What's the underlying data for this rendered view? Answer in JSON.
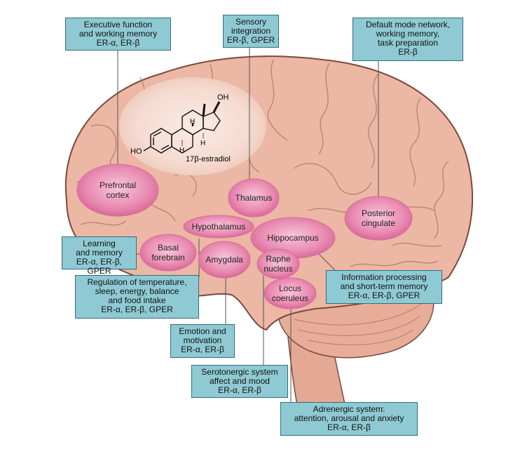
{
  "molecule": {
    "name": "17β-estradiol",
    "oh_top": "OH",
    "ho_left": "HO",
    "h_atoms": [
      "H",
      "H",
      "H"
    ]
  },
  "regions": {
    "prefrontal_cortex": [
      "Prefrontal",
      "cortex"
    ],
    "thalamus": [
      "Thalamus"
    ],
    "posterior_cingulate": [
      "Posterior",
      "cingulate"
    ],
    "hypothalamus": [
      "Hypothalamus"
    ],
    "hippocampus": [
      "Hippocampus"
    ],
    "basal_forebrain": [
      "Basal",
      "forebrain"
    ],
    "amygdala": [
      "Amygdala"
    ],
    "raphe_nucleus": [
      "Raphe",
      "nucleus"
    ],
    "locus_coeruleus": [
      "Locus",
      "coeruleus"
    ]
  },
  "boxes": {
    "executive": [
      "Executive function",
      "and working memory",
      "ER-α, ER-β"
    ],
    "sensory": [
      "Sensory",
      "integration",
      "ER-β, GPER"
    ],
    "default_mode": [
      "Default mode network,",
      "working memory,",
      "task preparation",
      "ER-β"
    ],
    "learning": [
      "Learning",
      "and memory",
      "ER-α, ER-β, GPER"
    ],
    "regulation": [
      "Regulation of temperature,",
      "sleep, energy, balance",
      "and food intake",
      "ER-α, ER-β, GPER"
    ],
    "emotion": [
      "Emotion and",
      "motivation",
      "ER-α, ER-β"
    ],
    "serotonergic": [
      "Serotonergic system",
      "affect and mood",
      "ER-α, ER-β"
    ],
    "information": [
      "Information processing",
      "and short-term memory",
      "ER-α, ER-β, GPER"
    ],
    "adrenergic": [
      "Adrenergic system:",
      "attention, arousal and anxiety",
      "ER-α, ER-β"
    ]
  },
  "colors": {
    "brain_fill": "#ecb7a4",
    "brain_stroke": "#7a4a3c",
    "region_fill": "#e98bb2",
    "box_fill": "#8fcad4",
    "box_stroke": "#2f6f7c"
  }
}
